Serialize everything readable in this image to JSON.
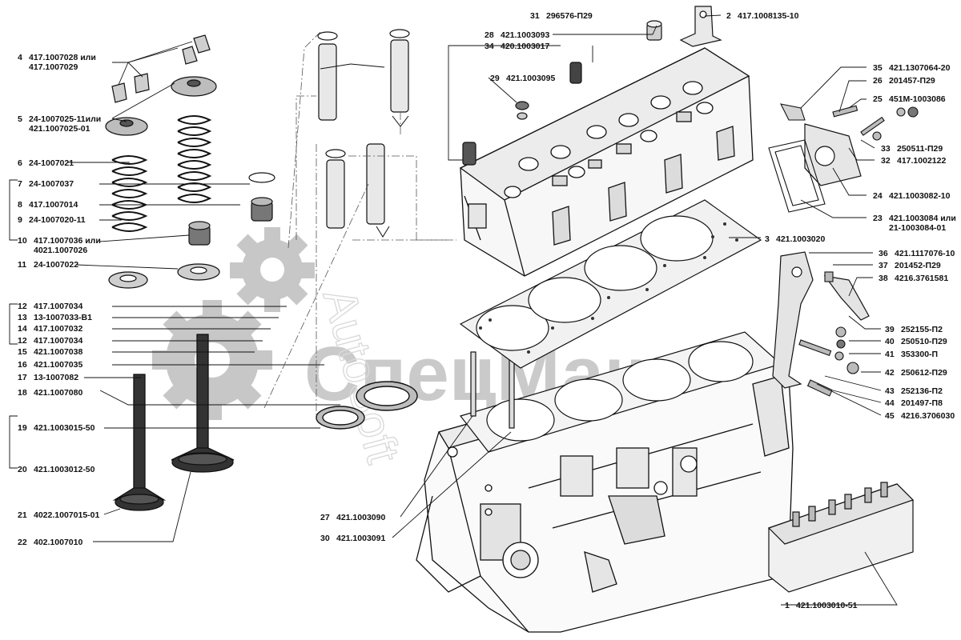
{
  "watermark": {
    "text": "СпецМаш",
    "text2": "AutoSoft",
    "gear_color": "#9a9a9a"
  },
  "labels": [
    {
      "id": "l1",
      "num": "1",
      "code": "421.1003010-51"
    },
    {
      "id": "l2",
      "num": "2",
      "code": "417.1008135-10"
    },
    {
      "id": "l3",
      "num": "3",
      "code": "421.1003020"
    },
    {
      "id": "l4",
      "num": "4",
      "code": "417.1007028 или",
      "code2": "417.1007029"
    },
    {
      "id": "l5",
      "num": "5",
      "code": "24-1007025-11или",
      "code2": "421.1007025-01"
    },
    {
      "id": "l6",
      "num": "6",
      "code": "24-1007021"
    },
    {
      "id": "l7",
      "num": "7",
      "code": "24-1007037"
    },
    {
      "id": "l8",
      "num": "8",
      "code": "417.1007014"
    },
    {
      "id": "l9",
      "num": "9",
      "code": "24-1007020-11"
    },
    {
      "id": "l10",
      "num": "10",
      "code": "417.1007036 или",
      "code2": "4021.1007026"
    },
    {
      "id": "l11",
      "num": "11",
      "code": "24-1007022"
    },
    {
      "id": "l12a",
      "num": "12",
      "code": "417.1007034"
    },
    {
      "id": "l13",
      "num": "13",
      "code": "13-1007033-В1"
    },
    {
      "id": "l14",
      "num": "14",
      "code": "417.1007032"
    },
    {
      "id": "l12b",
      "num": "12",
      "code": "417.1007034"
    },
    {
      "id": "l15",
      "num": "15",
      "code": "421.1007038"
    },
    {
      "id": "l16",
      "num": "16",
      "code": "421.1007035"
    },
    {
      "id": "l17",
      "num": "17",
      "code": "13-1007082"
    },
    {
      "id": "l18",
      "num": "18",
      "code": "421.1007080"
    },
    {
      "id": "l19",
      "num": "19",
      "code": "421.1003015-50"
    },
    {
      "id": "l20",
      "num": "20",
      "code": "421.1003012-50"
    },
    {
      "id": "l21",
      "num": "21",
      "code": "4022.1007015-01"
    },
    {
      "id": "l22",
      "num": "22",
      "code": "402.1007010"
    },
    {
      "id": "l23",
      "num": "23",
      "code": "421.1003084 или",
      "code2": "21-1003084-01"
    },
    {
      "id": "l24",
      "num": "24",
      "code": "421.1003082-10"
    },
    {
      "id": "l25",
      "num": "25",
      "code": "451М-1003086"
    },
    {
      "id": "l26",
      "num": "26",
      "code": "201457-П29"
    },
    {
      "id": "l27",
      "num": "27",
      "code": "421.1003090"
    },
    {
      "id": "l28",
      "num": "28",
      "code": "421.1003093"
    },
    {
      "id": "l29",
      "num": "29",
      "code": "421.1003095"
    },
    {
      "id": "l30",
      "num": "30",
      "code": "421.1003091"
    },
    {
      "id": "l31",
      "num": "31",
      "code": "296576-П29"
    },
    {
      "id": "l32",
      "num": "32",
      "code": "417.1002122"
    },
    {
      "id": "l33",
      "num": "33",
      "code": "250511-П29"
    },
    {
      "id": "l34",
      "num": "34",
      "code": "420.1003017"
    },
    {
      "id": "l35",
      "num": "35",
      "code": "421.1307064-20"
    },
    {
      "id": "l36",
      "num": "36",
      "code": "421.1117076-10"
    },
    {
      "id": "l37",
      "num": "37",
      "code": "201452-П29"
    },
    {
      "id": "l38",
      "num": "38",
      "code": "4216.3761581"
    },
    {
      "id": "l39",
      "num": "39",
      "code": "252155-П2"
    },
    {
      "id": "l40",
      "num": "40",
      "code": "250510-П29"
    },
    {
      "id": "l41",
      "num": "41",
      "code": "353300-П"
    },
    {
      "id": "l42",
      "num": "42",
      "code": "250612-П29"
    },
    {
      "id": "l43",
      "num": "43",
      "code": "252136-П2"
    },
    {
      "id": "l44",
      "num": "44",
      "code": "201497-П8"
    },
    {
      "id": "l45",
      "num": "45",
      "code": "4216.3706030"
    }
  ]
}
